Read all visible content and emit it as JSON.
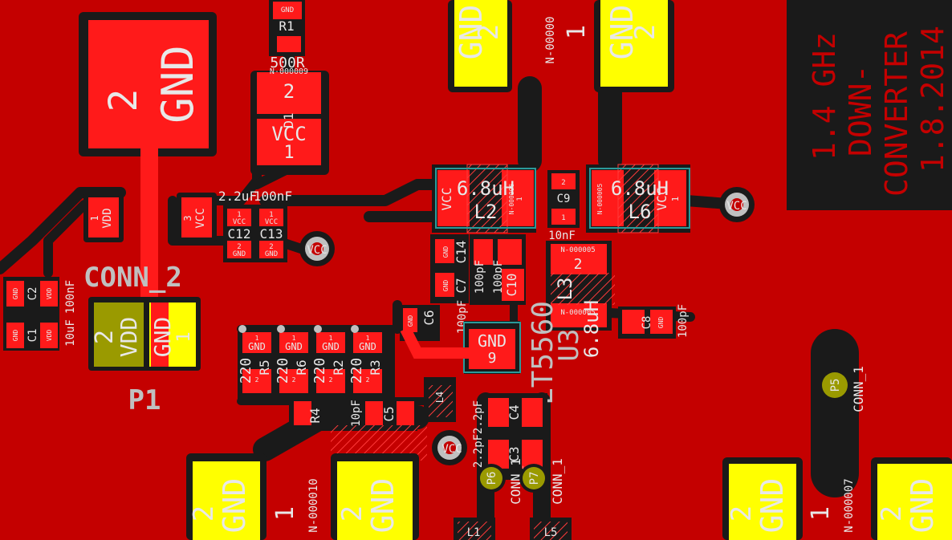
{
  "board": {
    "title_lines": [
      "1.4 GHz",
      "DOWN-",
      "CONVERTER",
      "1.8.2014"
    ]
  },
  "colors": {
    "copper": "#c40000",
    "pad": "#ff1a1a",
    "gold_pad": "#ffff00",
    "clearance": "#1a1a1a",
    "outline": "#2a9a9a",
    "silk": "#d8d8d8",
    "via": "#c0c0c0"
  },
  "parts": {
    "r1": {
      "ref": "R1",
      "pad_label": "GND",
      "value": "500R"
    },
    "d1": {
      "ref": "D1",
      "net": "N-000009",
      "pin2": "2",
      "pin1_net": "VCC",
      "pin1": "1"
    },
    "p1_big": {
      "pin": "2",
      "net": "GND"
    },
    "c12": {
      "ref": "C12",
      "value": "2.2uF",
      "pad1": "VCC",
      "pad2": "GND",
      "pin1": "1",
      "pin2": "2"
    },
    "c13": {
      "ref": "C13",
      "value": "100nF",
      "pad1": "VCC",
      "pad2": "GND",
      "pin1": "1",
      "pin2": "2"
    },
    "vdd_pad": {
      "net": "VDD",
      "pin": "1"
    },
    "vcc3_pad": {
      "net": "VCC",
      "pin": "3"
    },
    "conn2": {
      "label": "CONN_2"
    },
    "p1": {
      "ref": "P1",
      "pin2_net": "VDD",
      "pin2": "2",
      "pin1_net": "GND",
      "pin1": "1"
    },
    "c1": {
      "ref": "C1",
      "value": "10uF",
      "pad1": "VDD",
      "pad2": "GND"
    },
    "c2": {
      "ref": "C2",
      "value": "100nF",
      "pad1": "VDD",
      "pad2": "GND"
    },
    "l2": {
      "ref": "L2",
      "value": "6.8uH",
      "pad_net": "VCC",
      "net": "N-000006",
      "pin": "1"
    },
    "l6": {
      "ref": "L6",
      "value": "6.8uH",
      "pad_net": "VCC",
      "net": "N-000005",
      "pin": "1"
    },
    "c9": {
      "ref": "C9",
      "value": "10nF",
      "pin1": "1",
      "pin2": "2"
    },
    "l3": {
      "ref": "L3",
      "value": "6.8uH",
      "net": "N-000005",
      "pin": "2",
      "net2": "N-000005"
    },
    "c14": {
      "ref": "C14",
      "value": "100pF",
      "pad": "GND"
    },
    "c7": {
      "ref": "C7",
      "value": "100pF",
      "pad": "GND"
    },
    "c10": {
      "ref": "C10"
    },
    "c6": {
      "ref": "C6",
      "value": "100pF",
      "pad": "GND"
    },
    "c8": {
      "ref": "C8",
      "value": "100pF",
      "pad": "GND"
    },
    "u3": {
      "ref": "U3",
      "part": "LT5560",
      "epad_net": "GND",
      "epad_pin": "9"
    },
    "resistors": [
      {
        "ref": "R5",
        "value": "220",
        "pad": "GND",
        "pin1": "1",
        "pin2": "2"
      },
      {
        "ref": "R6",
        "value": "220",
        "pad": "GND",
        "pin1": "1",
        "pin2": "2"
      },
      {
        "ref": "R2",
        "value": "220",
        "pad": "GND",
        "pin1": "1",
        "pin2": "2"
      },
      {
        "ref": "R3",
        "value": "220",
        "pad": "GND",
        "pin1": "1",
        "pin2": "2"
      }
    ],
    "r4": {
      "ref": "R4"
    },
    "c5": {
      "ref": "C5",
      "value": "10pF"
    },
    "l4": {
      "ref": "L4"
    },
    "c4": {
      "ref": "C4",
      "value": "2.2pF"
    },
    "c3": {
      "ref": "C3",
      "value": "2.2pF"
    },
    "p6": {
      "ref": "P6",
      "label": "CONN_1"
    },
    "p7": {
      "ref": "P7",
      "label": "CONN_1"
    },
    "p5": {
      "ref": "P5",
      "label": "CONN_1",
      "net": "N-000007"
    },
    "sma_top_left": {
      "pin": "2",
      "net": "GND",
      "signal_pin": "1",
      "signal_net": "N-00000"
    },
    "sma_top_right": {
      "pin": "2",
      "net": "GND"
    },
    "sma_bottom_left": {
      "pin": "2",
      "net": "GND",
      "signal_pin": "1",
      "signal_net": "N-000010"
    },
    "sma_bottom_right": {
      "pin": "2",
      "net": "GND",
      "signal_pin": "1",
      "signal_net": "N-000007"
    },
    "l1": {
      "ref": "L1"
    },
    "l5": {
      "ref": "L5"
    }
  },
  "vias": {
    "label": "VCC"
  }
}
